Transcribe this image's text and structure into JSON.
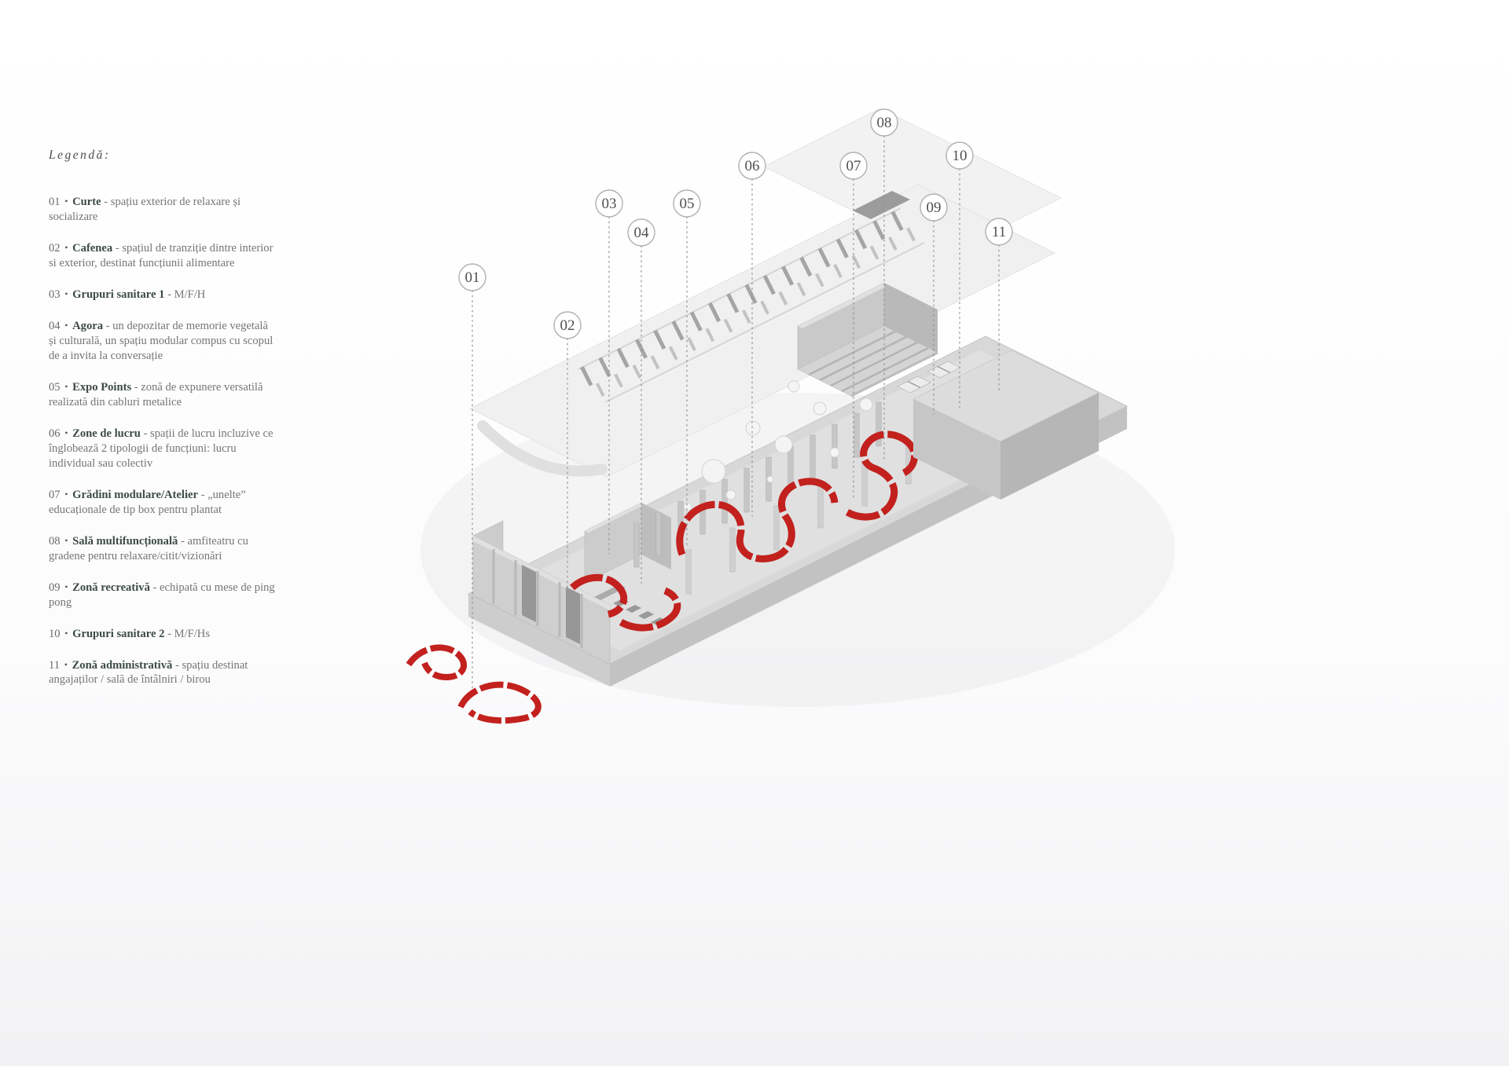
{
  "colors": {
    "accent_red": "#c2211e",
    "model_gray": "#d8d8d8",
    "callout_stroke": "#b0b0b0"
  },
  "legend": {
    "title": "Legendă:",
    "bullet": "•",
    "items": [
      {
        "number": "01",
        "name": "Curte",
        "desc": "- spațiu exterior de relaxare și socializare"
      },
      {
        "number": "02",
        "name": "Cafenea",
        "desc": "- spațiul de tranziție dintre interior si exterior, destinat funcțiunii alimentare"
      },
      {
        "number": "03",
        "name": "Grupuri sanitare 1",
        "desc": "- M/F/H"
      },
      {
        "number": "04",
        "name": "Agora",
        "desc": "- un depozitar de memorie vegetală și culturală, un spațiu modular compus cu scopul de a invita la conversație"
      },
      {
        "number": "05",
        "name": "Expo Points",
        "desc": "- zonă de expunere versatilă realizată din cabluri metalice"
      },
      {
        "number": "06",
        "name": "Zone de lucru",
        "desc": "- spații de lucru incluzive ce înglobează 2 tipologii de funcțiuni: lucru individual sau colectiv"
      },
      {
        "number": "07",
        "name": "Grădini modulare/Atelier",
        "desc": "- „unelte” educaționale de tip box pentru plantat"
      },
      {
        "number": "08",
        "name": "Sală multifuncțională",
        "desc": "- amfiteatru cu gradene pentru relaxare/citit/vizionări"
      },
      {
        "number": "09",
        "name": "Zonă recreativă",
        "desc": "- echipată cu mese de ping pong"
      },
      {
        "number": "10",
        "name": "Grupuri sanitare 2",
        "desc": "- M/F/Hs"
      },
      {
        "number": "11",
        "name": "Zonă administrativă",
        "desc": "- spațiu destinat angajaților / sală de întâlniri / birou"
      }
    ]
  },
  "diagram": {
    "callouts": [
      {
        "number": "01"
      },
      {
        "number": "02"
      },
      {
        "number": "03"
      },
      {
        "number": "04"
      },
      {
        "number": "05"
      },
      {
        "number": "06"
      },
      {
        "number": "07"
      },
      {
        "number": "08"
      },
      {
        "number": "09"
      },
      {
        "number": "10"
      },
      {
        "number": "11"
      }
    ]
  }
}
